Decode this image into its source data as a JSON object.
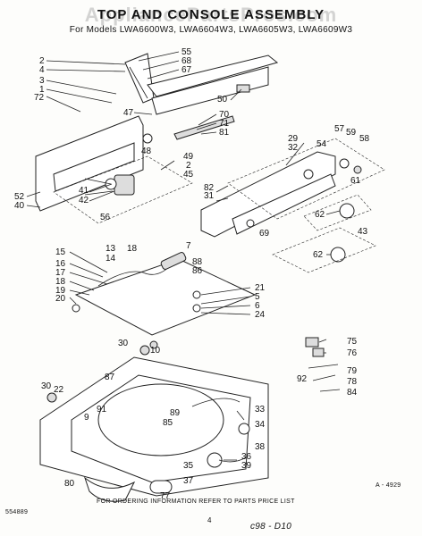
{
  "watermark": "AppliancePartsPros.com",
  "title": "TOP AND CONSOLE ASSEMBLY",
  "subtitle": "For Models LWA6600W3, LWA6604W3, LWA6605W3, LWA6609W3",
  "footer_note": "FOR ORDERING INFORMATION REFER TO PARTS PRICE LIST",
  "ref_left": "554889",
  "ref_right": "A - 4929",
  "page_num": "4",
  "handwritten": "c98 - D10",
  "callouts": [
    {
      "id": "c2",
      "text": "2"
    },
    {
      "id": "c4",
      "text": "4"
    },
    {
      "id": "c3",
      "text": "3"
    },
    {
      "id": "c1",
      "text": "1"
    },
    {
      "id": "c72",
      "text": "72"
    },
    {
      "id": "c55",
      "text": "55"
    },
    {
      "id": "c68",
      "text": "68"
    },
    {
      "id": "c67",
      "text": "67"
    },
    {
      "id": "c50",
      "text": "50"
    },
    {
      "id": "c47",
      "text": "47"
    },
    {
      "id": "c48",
      "text": "48"
    },
    {
      "id": "c70",
      "text": "70"
    },
    {
      "id": "c71",
      "text": "71"
    },
    {
      "id": "c81",
      "text": "81"
    },
    {
      "id": "c49",
      "text": "49"
    },
    {
      "id": "c2b",
      "text": "2"
    },
    {
      "id": "c45",
      "text": "45"
    },
    {
      "id": "c41",
      "text": "41"
    },
    {
      "id": "c42",
      "text": "42"
    },
    {
      "id": "c52",
      "text": "52"
    },
    {
      "id": "c40",
      "text": "40"
    },
    {
      "id": "c56",
      "text": "56"
    },
    {
      "id": "c57",
      "text": "57"
    },
    {
      "id": "c59",
      "text": "59"
    },
    {
      "id": "c58",
      "text": "58"
    },
    {
      "id": "c29",
      "text": "29"
    },
    {
      "id": "c32",
      "text": "32"
    },
    {
      "id": "c54",
      "text": "54"
    },
    {
      "id": "c82",
      "text": "82"
    },
    {
      "id": "c31",
      "text": "31"
    },
    {
      "id": "c61",
      "text": "61"
    },
    {
      "id": "c62",
      "text": "62"
    },
    {
      "id": "c69",
      "text": "69"
    },
    {
      "id": "c43",
      "text": "43"
    },
    {
      "id": "c62b",
      "text": "62"
    },
    {
      "id": "c15",
      "text": "15"
    },
    {
      "id": "c16",
      "text": "16"
    },
    {
      "id": "c17",
      "text": "17"
    },
    {
      "id": "c18",
      "text": "18"
    },
    {
      "id": "c19",
      "text": "19"
    },
    {
      "id": "c20",
      "text": "20"
    },
    {
      "id": "c13",
      "text": "13"
    },
    {
      "id": "c14",
      "text": "14"
    },
    {
      "id": "c18b",
      "text": "18"
    },
    {
      "id": "c7",
      "text": "7"
    },
    {
      "id": "c88",
      "text": "88"
    },
    {
      "id": "c86",
      "text": "86"
    },
    {
      "id": "c21",
      "text": "21"
    },
    {
      "id": "c5",
      "text": "5"
    },
    {
      "id": "c6",
      "text": "6"
    },
    {
      "id": "c24",
      "text": "24"
    },
    {
      "id": "c10",
      "text": "10"
    },
    {
      "id": "c30",
      "text": "30"
    },
    {
      "id": "c30b",
      "text": "30"
    },
    {
      "id": "c22",
      "text": "22"
    },
    {
      "id": "c9",
      "text": "9"
    },
    {
      "id": "c87",
      "text": "87"
    },
    {
      "id": "c91",
      "text": "91"
    },
    {
      "id": "c89",
      "text": "89"
    },
    {
      "id": "c85",
      "text": "85"
    },
    {
      "id": "c33",
      "text": "33"
    },
    {
      "id": "c34",
      "text": "34"
    },
    {
      "id": "c38",
      "text": "38"
    },
    {
      "id": "c36",
      "text": "36"
    },
    {
      "id": "c39",
      "text": "39"
    },
    {
      "id": "c35",
      "text": "35"
    },
    {
      "id": "c37",
      "text": "37"
    },
    {
      "id": "c80",
      "text": "80"
    },
    {
      "id": "c77",
      "text": "77"
    },
    {
      "id": "c75",
      "text": "75"
    },
    {
      "id": "c76",
      "text": "76"
    },
    {
      "id": "c79",
      "text": "79"
    },
    {
      "id": "c92",
      "text": "92"
    },
    {
      "id": "c78",
      "text": "78"
    },
    {
      "id": "c84",
      "text": "84"
    }
  ]
}
